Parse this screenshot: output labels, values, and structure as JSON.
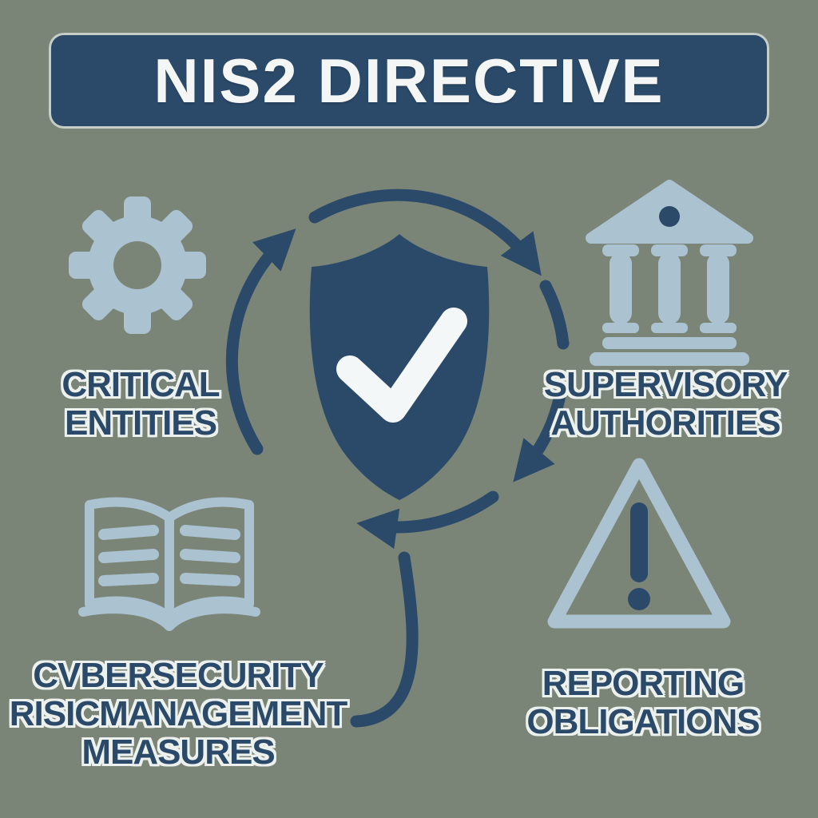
{
  "title": "NIS2 DIRECTIVE",
  "colors": {
    "navy": "#2b4a6a",
    "light_blue": "#abc2d0",
    "background": "#7a8577",
    "title_text": "#f4f6f5"
  },
  "center": {
    "icon": "shield-check-icon",
    "flow": "clockwise-cycle-arrows"
  },
  "nodes": [
    {
      "id": "critical-entities",
      "icon": "gear-icon",
      "lines": [
        "CRITICAL",
        "ENTITIES"
      ]
    },
    {
      "id": "supervisory-authorities",
      "icon": "bank-icon",
      "lines": [
        "SUPERVISORY",
        "AUTHORITIES"
      ]
    },
    {
      "id": "cybersecurity-risk-management-measures",
      "icon": "open-book-icon",
      "lines": [
        "CVBERSECURITY",
        "RISICMANAGEMENT",
        "MEASURES"
      ]
    },
    {
      "id": "reporting-obligations",
      "icon": "warning-triangle-icon",
      "lines": [
        "REPORTING",
        "OBLIGATIONS"
      ]
    }
  ]
}
